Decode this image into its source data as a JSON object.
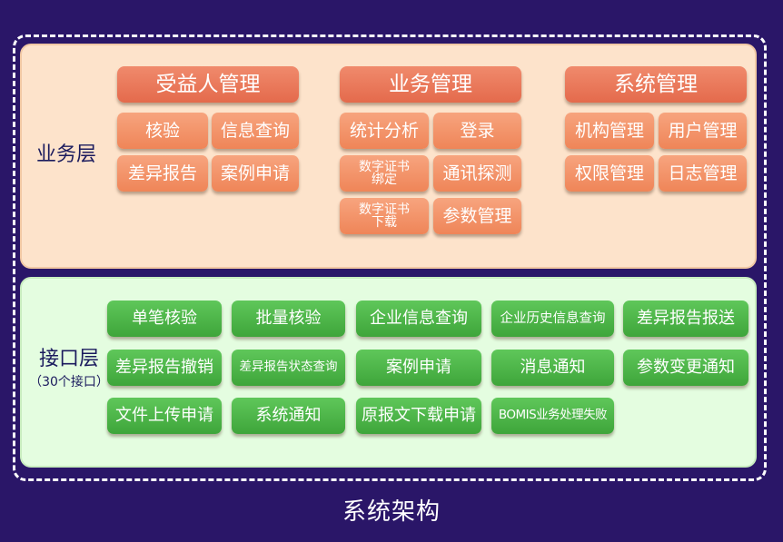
{
  "business_layer": {
    "label": "业务层",
    "groups": [
      {
        "header": "受益人管理",
        "items": [
          "核验",
          "信息查询",
          "差异报告",
          "案例申请"
        ]
      },
      {
        "header": "业务管理",
        "items": [
          "统计分析",
          "登录",
          "数字证书绑定",
          "通讯探测",
          "数字证书下载",
          "参数管理"
        ]
      },
      {
        "header": "系统管理",
        "items": [
          "机构管理",
          "用户管理",
          "权限管理",
          "日志管理"
        ]
      }
    ]
  },
  "interface_layer": {
    "label": "接口层",
    "sublabel": "（30个接口）",
    "items": [
      "单笔核验",
      "批量核验",
      "企业信息查询",
      "企业历史信息查询",
      "差异报告报送",
      "差异报告撤销",
      "差异报告状态查询",
      "案例申请",
      "消息通知",
      "参数变更通知",
      "文件上传申请",
      "系统通知",
      "原报文下载申请",
      "BOMIS业务处理失败"
    ]
  },
  "caption": "系统架构"
}
